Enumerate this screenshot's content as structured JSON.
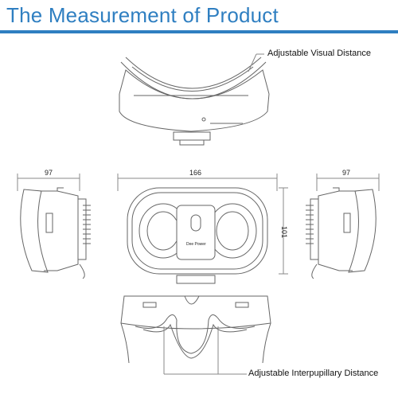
{
  "title": "The Measurement of Product",
  "labels": {
    "visual_distance": "Adjustable Visual Distance",
    "interpupillary_distance": "Adjustable Interpupillary Distance"
  },
  "dimensions": {
    "side_depth_left": "97",
    "front_width": "166",
    "front_height": "101",
    "side_depth_right": "97"
  },
  "brand_text": "Dee Power",
  "colors": {
    "title": "#2f7fc1",
    "line": "#666666"
  }
}
